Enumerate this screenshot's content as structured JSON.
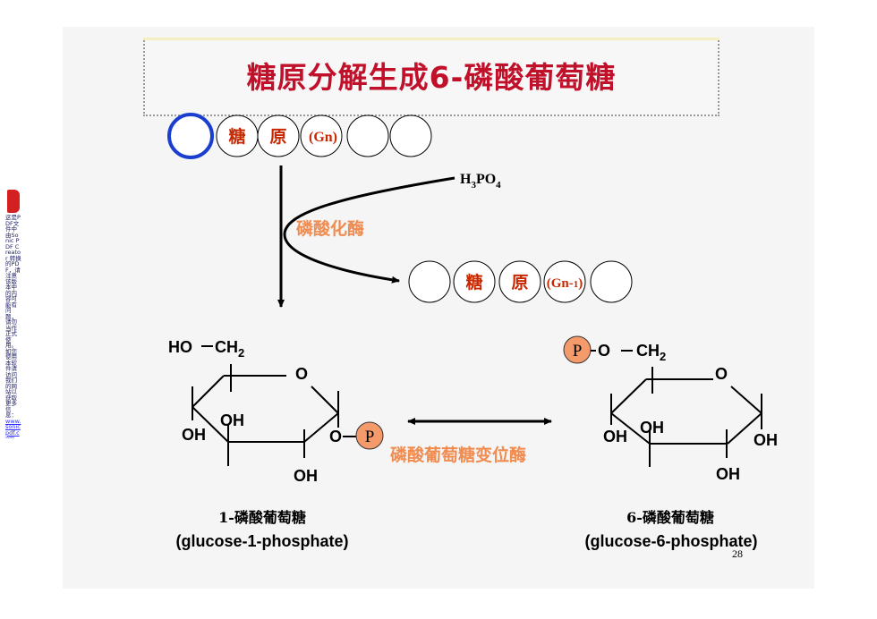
{
  "title": "糖原分解生成6-磷酸葡萄糖",
  "chain_top": {
    "labels": [
      "糖",
      "原",
      "(Gn)"
    ]
  },
  "reagent": {
    "base": "H",
    "sub1": "3",
    "mid": "PO",
    "sub2": "4"
  },
  "enzyme1": "磷酸化酶",
  "chain_bottom": {
    "labels": [
      "糖",
      "原",
      "(Gn-",
      "1",
      ")"
    ]
  },
  "left_molecule": {
    "ch2_group": "HO",
    "ch2": "CH",
    "ch2_sub": "2",
    "ring_o": "O",
    "oh_a": "OH",
    "oh_b": "OH",
    "oh_c": "OH",
    "link_o": "O",
    "phosphate": "P",
    "name_cn": "1-磷酸葡萄糖",
    "name_en": "(glucose-1-phosphate)"
  },
  "enzyme2": "磷酸葡萄糖变位酶",
  "right_molecule": {
    "phosphate": "P",
    "link_o": "O",
    "ch2": "CH",
    "ch2_sub": "2",
    "ring_o": "O",
    "oh_a": "OH",
    "oh_b": "OH",
    "oh_c": "OH",
    "oh_d": "OH",
    "name_cn": "6-磷酸葡萄糖",
    "name_en": "(glucose-6-phosphate)"
  },
  "page_number": "28",
  "watermark_text": "这是PDF文件中由Sonic PDF Creator 转换的PDF，请注意该版本中的内容可能有问题，请勿当作正式使用。如您使用本软件请访问我们的网站以获取更多信息：",
  "watermark_link": "www.sonicpdf.com",
  "colors": {
    "title": "#c0102a",
    "enzyme": "#f08c50",
    "phosphate_fill": "#f59a6a",
    "ring_highlight": "#1a3fd0",
    "chain_label": "#c82800"
  }
}
